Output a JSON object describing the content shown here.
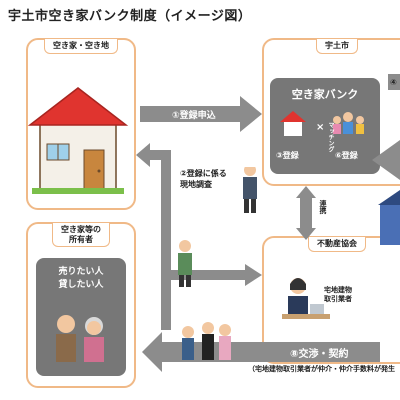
{
  "title": "宇土市空き家バンク制度（イメージ図）",
  "panels": {
    "owner": "空き家・空き地",
    "city": "宇土市",
    "seller_line1": "空き家等の",
    "seller_line2": "所有者",
    "assoc": "不動産協会"
  },
  "bank": {
    "title": "空き家バンク",
    "matching": "マッチング",
    "cross": "×",
    "step3": "③登録",
    "step6": "⑥登録",
    "step4_partial": "④"
  },
  "arrows": {
    "step1": "①登録申込",
    "step2_line1": "②登録に係る",
    "step2_line2": "現地調査",
    "link": "連携",
    "step8": "⑧交渉・契約",
    "step8_note": "（宅地建物取引業者が仲介・仲介手数料が発生"
  },
  "seller_box": {
    "line1": "売りたい人",
    "line2": "貸したい人"
  },
  "agent": {
    "line1": "宅地建物",
    "line2": "取引業者"
  },
  "colors": {
    "panel_border": "#f0b987",
    "arrow": "#8c8c8c",
    "box": "#777777",
    "roof": "#e0342f"
  }
}
